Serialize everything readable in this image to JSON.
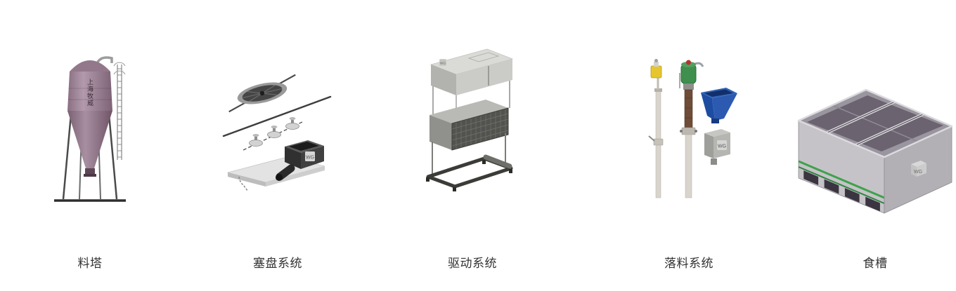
{
  "page": {
    "background": "#ffffff"
  },
  "logo_text": "WG",
  "products": [
    {
      "id": "feed-silo",
      "label": "料塔",
      "art_text": "上海牧威"
    },
    {
      "id": "plug-disc-system",
      "label": "塞盘系统"
    },
    {
      "id": "drive-system",
      "label": "驱动系统"
    },
    {
      "id": "drop-feed-system",
      "label": "落料系统"
    },
    {
      "id": "feed-trough",
      "label": "食槽"
    }
  ],
  "colors": {
    "label_text": "#333333",
    "silo_body": "#9b8295",
    "hopper_blue": "#2c5ab0",
    "motor_green": "#3f8f4f",
    "sensor_yellow": "#e6c52f",
    "accent_green": "#3da24c",
    "metal_gray": "#c9c9c5",
    "dark_steel": "#3b3b37"
  }
}
